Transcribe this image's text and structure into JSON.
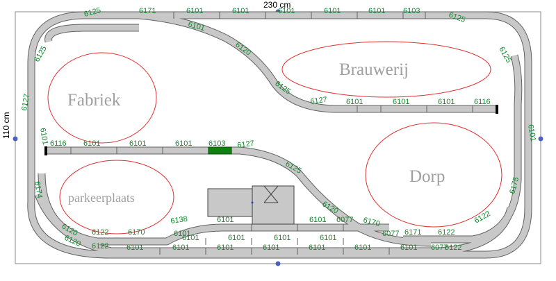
{
  "dimensions": {
    "width_label": "230 cm",
    "height_label": "110 cm"
  },
  "zones": {
    "fabriek": "Fabriek",
    "brouwerij": "Brauwerij",
    "dorp": "Dorp",
    "parkeerplaats": "parkeerplaats"
  },
  "colors": {
    "track_fill": "#c8c8c8",
    "track_stroke": "#606060",
    "label_green": "#0b8a2a",
    "zone_outline": "#e03030",
    "highlight_track": "#108010",
    "border": "#888888",
    "anchor": "#5060c0"
  },
  "track_labels": [
    "6125",
    "6171",
    "6101",
    "6101",
    "6101",
    "6101",
    "6101",
    "6103",
    "6125",
    "6101",
    "6120",
    "6125",
    "6125",
    "6127",
    "6101",
    "6125",
    "6127",
    "6101",
    "6101",
    "6101",
    "6116",
    "6101",
    "6116",
    "6101",
    "6101",
    "6101",
    "6103",
    "6127",
    "6125",
    "6174",
    "6120",
    "6175",
    "6101",
    "6138",
    "6101",
    "6101",
    "6077",
    "6170",
    "6077",
    "6120",
    "6122",
    "6170",
    "6171",
    "6122",
    "6122",
    "6120",
    "6122",
    "6101",
    "6101",
    "6101",
    "6101",
    "6101",
    "6101",
    "6101",
    "6101",
    "6101",
    "6101",
    "6101",
    "6077",
    "6122"
  ]
}
